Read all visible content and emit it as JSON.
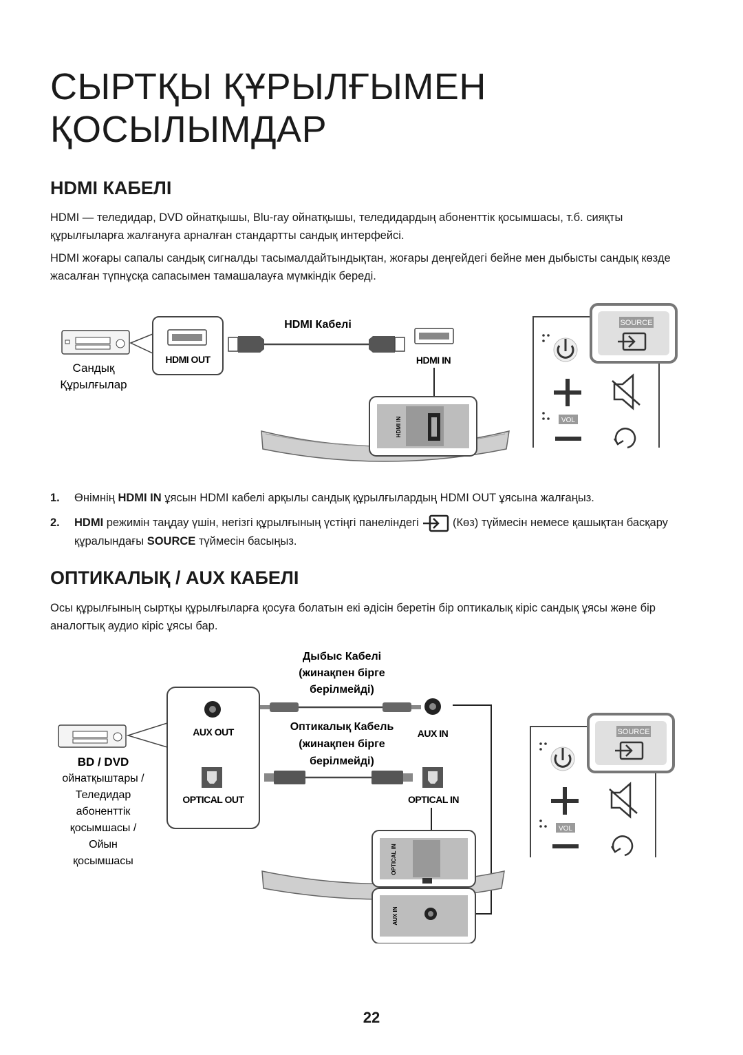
{
  "title_line1": "СЫРТҚЫ ҚҰРЫЛҒЫМЕН",
  "title_line2": "ҚОСЫЛЫМДАР",
  "hdmi": {
    "heading": "HDMI КАБЕЛІ",
    "para1": "HDMI — теледидар, DVD ойнатқышы, Blu-ray ойнатқышы, теледидардың абоненттік қосымшасы, т.б. сияқты құрылғыларға жалғануға арналған стандартты сандық интерфейсі.",
    "para2": "HDMI жоғары сапалы сандық сигналды тасымалдайтындықтан, жоғары деңгейдегі бейне мен дыбысты сандық көзде жасалған түпнұсқа сапасымен тамашалауға мүмкіндік береді.",
    "diagram": {
      "cable_label": "HDMI Кабелі",
      "hdmi_out": "HDMI OUT",
      "hdmi_in": "HDMI IN",
      "device_label_1": "Сандық",
      "device_label_2": "Құрылғылар",
      "port_label": "HDMI IN",
      "source_badge": "SOURCE",
      "vol_badge": "VOL"
    },
    "step1": {
      "num": "1.",
      "a": "Өнімнің ",
      "b": "HDMI IN",
      "c": " ұясын HDMI кабелі арқылы сандық құрылғылардың HDMI OUT ұясына жалғаңыз."
    },
    "step2": {
      "num": "2.",
      "a": "HDMI",
      "b": " режимін таңдау үшін, негізгі құрылғының үстіңгі панеліндегі ",
      "c": " (Көз) түймесін немесе қашықтан басқару құралындағы ",
      "d": "SOURCE",
      "e": " түймесін басыңыз."
    }
  },
  "optical": {
    "heading": "ОПТИКАЛЫҚ / AUX КАБЕЛІ",
    "para": "Осы құрылғының сыртқы құрылғыларға қосуға болатын екі әдісін беретін бір оптикалық кіріс сандық ұясы және бір аналогтық аудио кіріс ұясы бар.",
    "diagram": {
      "audio_cable_1": "Дыбыс Кабелі",
      "audio_cable_2": "(жинақпен бірге",
      "audio_cable_3": "берілмейді)",
      "optical_cable_1": "Оптикалық Кабель",
      "optical_cable_2": "(жинақпен бірге",
      "optical_cable_3": "берілмейді)",
      "aux_out": "AUX OUT",
      "aux_in": "AUX IN",
      "optical_out": "OPTICAL OUT",
      "optical_in": "OPTICAL IN",
      "device_1": "BD / DVD",
      "device_2": "ойнатқыштары /",
      "device_3": "Теледидар",
      "device_4": "абоненттік",
      "device_5": "қосымшасы /",
      "device_6": "Ойын",
      "device_7": "қосымшасы",
      "port_optical": "OPTICAL IN",
      "port_aux": "AUX IN",
      "source_badge": "SOURCE",
      "vol_badge": "VOL"
    }
  },
  "page_number": "22"
}
